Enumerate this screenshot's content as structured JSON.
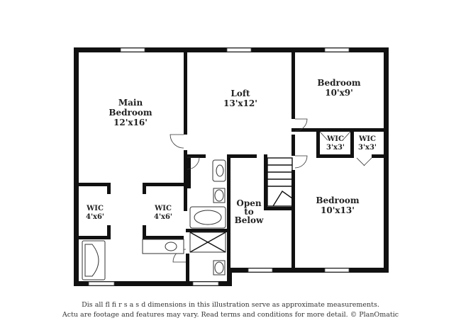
{
  "rooms": {
    "main_bedroom": {
      "name_line1": "Main",
      "name_line2": "Bedroom",
      "dims": "12'x16'"
    },
    "loft": {
      "name": "Loft",
      "dims": "13'x12'"
    },
    "bedroom_top": {
      "name": "Bedroom",
      "dims": "10'x9'"
    },
    "bedroom_bottom": {
      "name": "Bedroom",
      "dims": "10'x13'"
    },
    "wic_left": {
      "name": "WIC",
      "dims": "4'x6'"
    },
    "wic_mid": {
      "name": "WIC",
      "dims": "4'x6'"
    },
    "wic_small_1": {
      "name": "WIC",
      "dims": "3'x3'"
    },
    "wic_small_2": {
      "name": "WIC",
      "dims": "3'x3'"
    },
    "open_to_below": {
      "line1": "Open",
      "line2": "to",
      "line3": "Below"
    }
  },
  "disclaimer": {
    "line1": "Dis     all  fl   fi   r    s  a   s    d dimensions in this illustration serve as approximate measurements.",
    "line2": "Actu      are footage and features may vary. Read terms and conditions for more detail. © PlanOmatic"
  }
}
